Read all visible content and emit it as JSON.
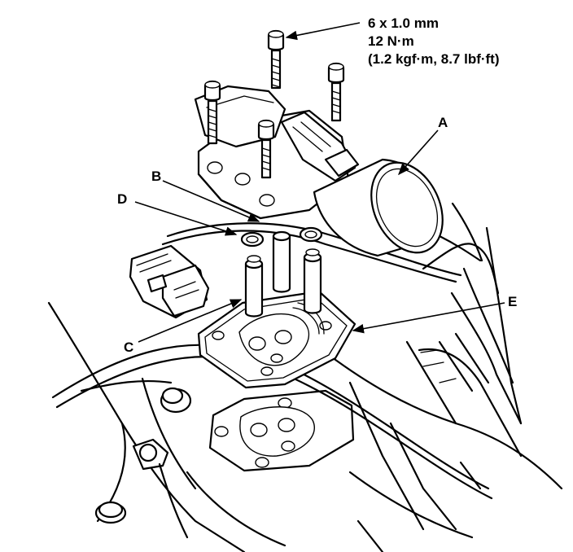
{
  "torque_spec": {
    "line1": "6 x 1.0 mm",
    "line2": "12 N·m",
    "line3": "(1.2 kgf·m, 8.7 lbf·ft)"
  },
  "callouts": {
    "a": "A",
    "b": "B",
    "c": "C",
    "d": "D",
    "e": "E"
  }
}
